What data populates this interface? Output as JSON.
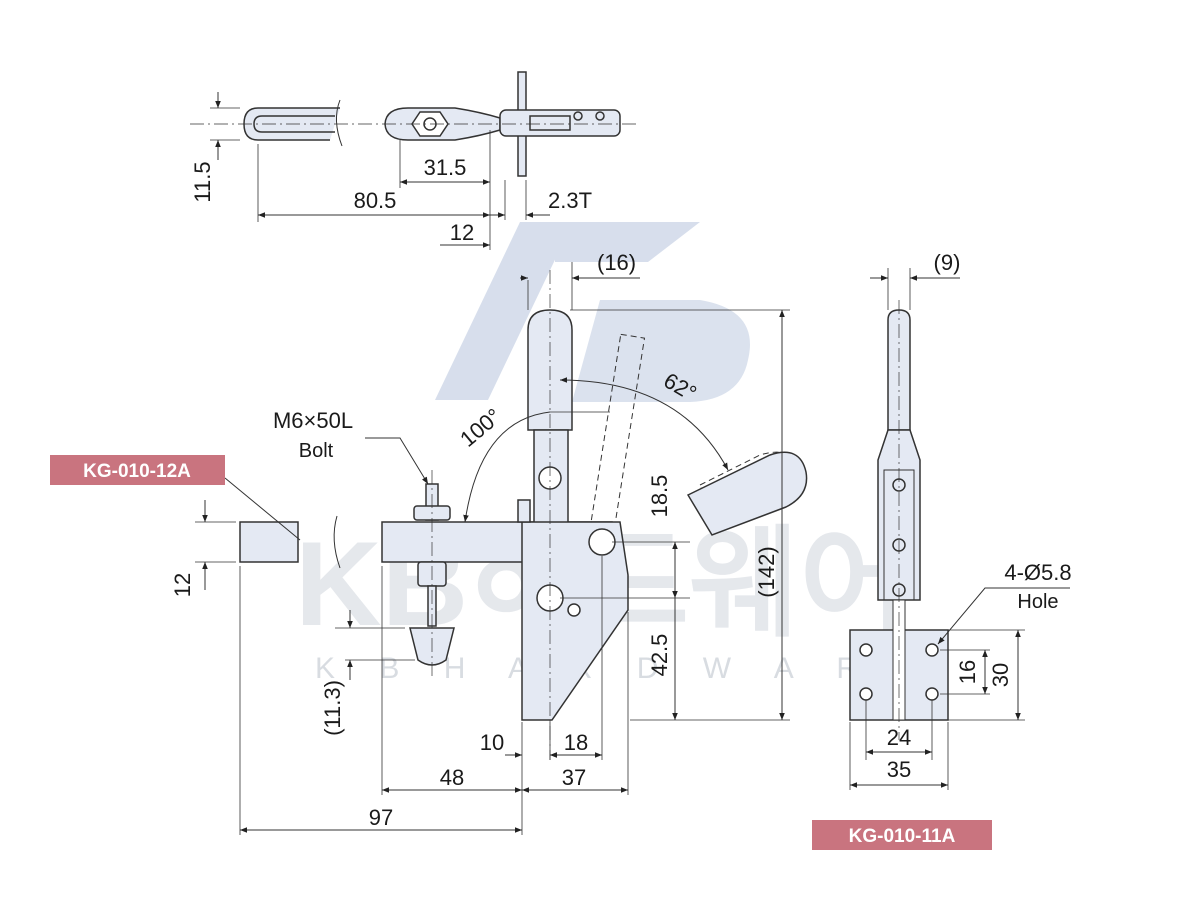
{
  "tags": {
    "left": "KG-010-12A",
    "right": "KG-010-11A"
  },
  "watermark": {
    "main": "KB하드웨어",
    "sub": "K B   H A R D W A R E"
  },
  "top_view": {
    "dims": {
      "d11_5": "11.5",
      "d31_5": "31.5",
      "d80_5": "80.5",
      "d12": "12",
      "d2_3t": "2.3T"
    }
  },
  "front_view": {
    "dims": {
      "d16": "(16)",
      "a62": "62°",
      "a100": "100°",
      "d18_5": "18.5",
      "d142": "(142)",
      "d12": "12",
      "d11_3": "(11.3)",
      "d42_5": "42.5",
      "d10": "10",
      "d18": "18",
      "d48": "48",
      "d37": "37",
      "d97": "97"
    },
    "bolt": {
      "size": "M6×50L",
      "name": "Bolt"
    }
  },
  "side_view": {
    "dims": {
      "d9": "(9)",
      "d16": "16",
      "d30": "30",
      "d24": "24",
      "d35": "35"
    },
    "hole": {
      "size": "4-Ø5.8",
      "name": "Hole"
    }
  },
  "colors": {
    "tag_bg": "#c9747f",
    "part_fill": "#e4e9f3",
    "stroke": "#333333",
    "watermark": "#d3dbea"
  }
}
